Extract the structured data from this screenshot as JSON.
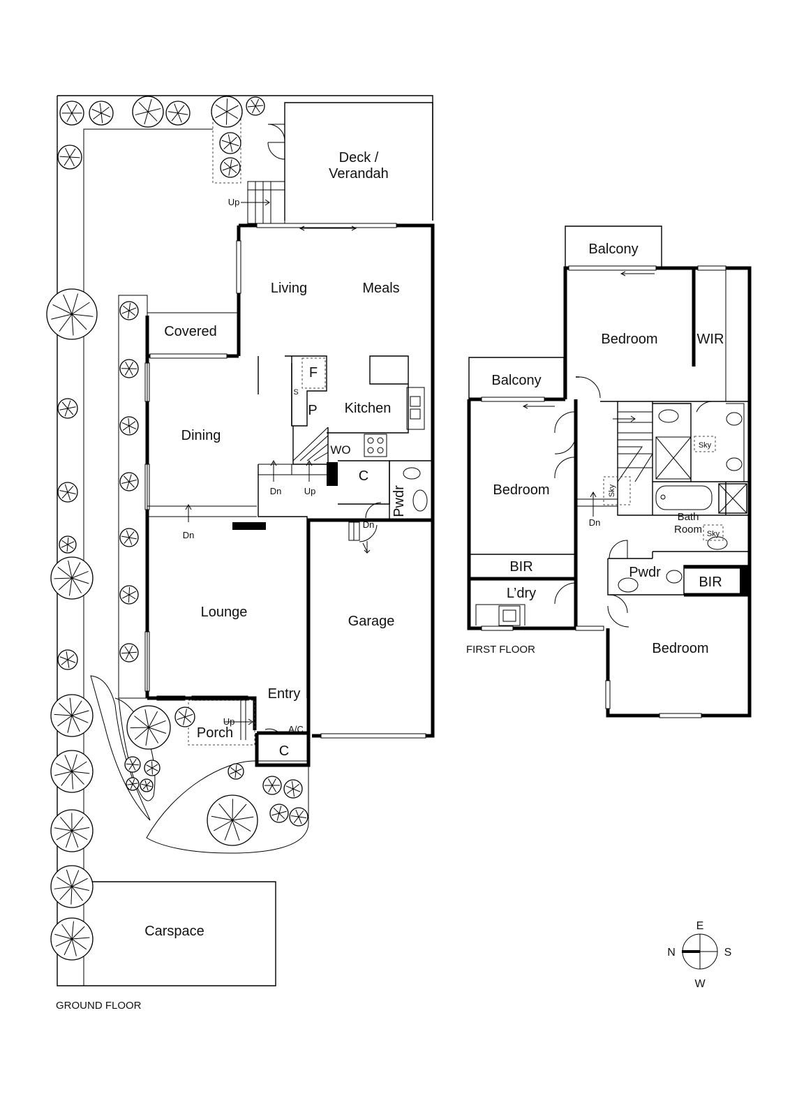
{
  "floors": {
    "ground": "GROUND FLOOR",
    "first": "FIRST FLOOR"
  },
  "ground_rooms": {
    "deck_line1": "Deck /",
    "deck_line2": "Verandah",
    "living": "Living",
    "meals": "Meals",
    "covered": "Covered",
    "kitchen": "Kitchen",
    "freezer": "F",
    "shelf": "S",
    "pantry": "P",
    "wo": "WO",
    "cupboard": "C",
    "powder": "Pwdr",
    "dining": "Dining",
    "lounge": "Lounge",
    "entry": "Entry",
    "garage": "Garage",
    "porch": "Porch",
    "ac": "A/C",
    "cupboard2": "C",
    "carspace": "Carspace"
  },
  "ground_stairs": {
    "up_deck": "Up",
    "dn_kitchen": "Dn",
    "up_kitchen": "Up",
    "dn_dining": "Dn",
    "dn_garage": "Dn",
    "up_porch": "Up"
  },
  "first_rooms": {
    "balcony_top": "Balcony",
    "bedroom_top": "Bedroom",
    "wir": "WIR",
    "balcony_left": "Balcony",
    "bedroom_left": "Bedroom",
    "bir_left": "BIR",
    "laundry": "L’dry",
    "sky1": "Sky",
    "sky2": "Sky",
    "sky3": "Sky",
    "bath_line1": "Bath",
    "bath_line2": "Room",
    "powder": "Pwdr",
    "bir_right": "BIR",
    "bedroom_bottom": "Bedroom",
    "dn_stair": "Dn"
  },
  "compass": {
    "n": "N",
    "e": "E",
    "s": "S",
    "w": "W"
  }
}
